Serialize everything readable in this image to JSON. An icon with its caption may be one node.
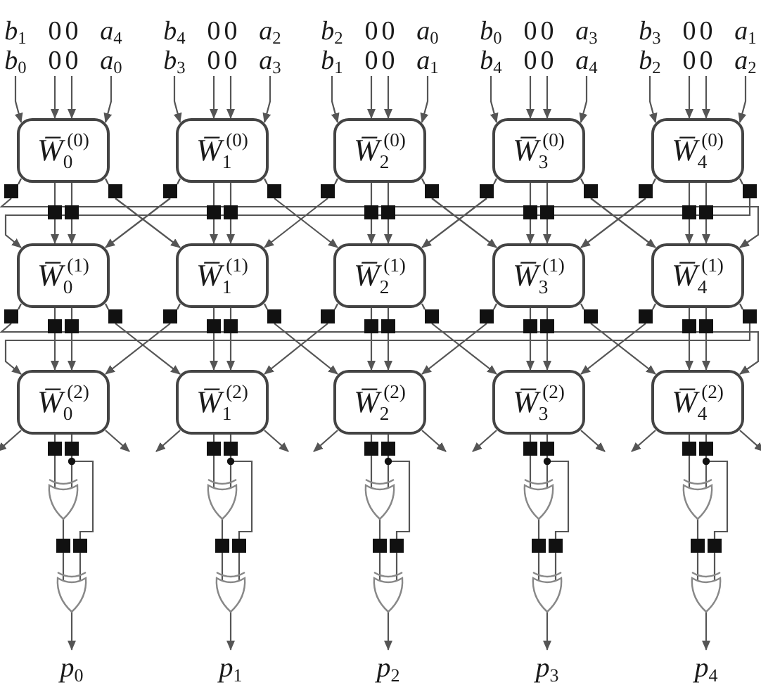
{
  "diagram": {
    "nodes": [
      {
        "text": [
          "*b*$_{1}$",
          "*b*$_{0}$"
        ]
      },
      {
        "text": [
          "0",
          "0"
        ]
      },
      {
        "text": [
          "0",
          "0"
        ]
      },
      {
        "text": [
          "*a*$_{4}$",
          "*a*$_{0}$"
        ]
      },
      {
        "text": [
          "*b*$_{4}$",
          "*b*$_{3}$"
        ]
      },
      {
        "text": [
          "0",
          "0"
        ]
      },
      {
        "text": [
          "0",
          "0"
        ]
      },
      {
        "text": [
          "*a*$_{2}$",
          "*a*$_{3}$"
        ]
      },
      {
        "text": [
          "*b*$_{2}$",
          "*b*$_{1}$"
        ]
      },
      {
        "text": [
          "0",
          "0"
        ]
      },
      {
        "text": [
          "0",
          "0"
        ]
      },
      {
        "text": [
          "*a*$_{0}$",
          "*a*$_{1}$"
        ]
      },
      {
        "text": [
          "*b*$_{0}$",
          "*b*$_{4}$"
        ]
      },
      {
        "text": [
          "0",
          "0"
        ]
      },
      {
        "text": [
          "0",
          "0"
        ]
      },
      {
        "text": [
          "*a*$_{3}$",
          "*a*$_{4}$"
        ]
      },
      {
        "text": [
          "*b*$_{3}$",
          "*b*$_{2}$"
        ]
      },
      {
        "text": [
          "0",
          "0"
        ]
      },
      {
        "text": [
          "0",
          "0"
        ]
      },
      {
        "text": [
          "*a*$_{1}$",
          "*a*$_{2}$"
        ]
      },
      {
        "text": [
          "*W̅*$_{0}$$^{(0)}$"
        ]
      },
      {
        "text": [
          "*W̅*$_{1}$$^{(0)}$"
        ]
      },
      {
        "text": [
          "*W̅*$_{2}$$^{(0)}$"
        ]
      },
      {
        "text": [
          "*W̅*$_{3}$$^{(0)}$"
        ]
      },
      {
        "text": [
          "*W̅*$_{4}$$^{(0)}$"
        ]
      },
      {
        "text": [],
        "shape": "box"
      },
      {
        "text": [],
        "shape": "box"
      },
      {
        "text": [],
        "shape": "box"
      },
      {
        "text": [],
        "shape": "box"
      },
      {
        "text": [],
        "shape": "box"
      },
      {
        "text": [],
        "shape": "box"
      },
      {
        "text": [],
        "shape": "box"
      },
      {
        "text": [],
        "shape": "box"
      },
      {
        "text": [],
        "shape": "box"
      },
      {
        "text": [],
        "shape": "box"
      },
      {
        "text": [],
        "shape": "box"
      },
      {
        "text": [],
        "shape": "box"
      },
      {
        "text": [],
        "shape": "box"
      },
      {
        "text": [],
        "shape": "box"
      },
      {
        "text": [],
        "shape": "box"
      },
      {
        "text": [],
        "shape": "box"
      },
      {
        "text": [],
        "shape": "box"
      },
      {
        "text": [],
        "shape": "box"
      },
      {
        "text": [],
        "shape": "box"
      },
      {
        "text": [],
        "shape": "box"
      },
      {
        "text": [
          "*W̅*$_{0}$$^{(1)}$"
        ]
      },
      {
        "text": [
          "*W̅*$_{1}$$^{(1)}$"
        ]
      },
      {
        "text": [
          "*W̅*$_{2}$$^{(1)}$"
        ]
      },
      {
        "text": [
          "*W̅*$_{3}$$^{(1)}$"
        ]
      },
      {
        "text": [
          "*W̅*$_{4}$$^{(1)}$"
        ]
      },
      {
        "text": [],
        "shape": "box"
      },
      {
        "text": [],
        "shape": "box"
      },
      {
        "text": [],
        "shape": "box"
      },
      {
        "text": [],
        "shape": "box"
      },
      {
        "text": [],
        "shape": "box"
      },
      {
        "text": [],
        "shape": "box"
      },
      {
        "text": [],
        "shape": "box"
      },
      {
        "text": [],
        "shape": "box"
      },
      {
        "text": [],
        "shape": "box"
      },
      {
        "text": [],
        "shape": "box"
      },
      {
        "text": [],
        "shape": "box"
      },
      {
        "text": [],
        "shape": "box"
      },
      {
        "text": [],
        "shape": "box"
      },
      {
        "text": [],
        "shape": "box"
      },
      {
        "text": [],
        "shape": "box"
      },
      {
        "text": [],
        "shape": "box"
      },
      {
        "text": [],
        "shape": "box"
      },
      {
        "text": [],
        "shape": "box"
      },
      {
        "text": [],
        "shape": "box"
      },
      {
        "text": [],
        "shape": "box"
      },
      {
        "text": [
          "*W̅*$_{0}$$^{(2)}$"
        ]
      },
      {
        "text": [
          "*W̅*$_{1}$$^{(2)}$"
        ]
      },
      {
        "text": [
          "*W̅*$_{2}$$^{(2)}$"
        ]
      },
      {
        "text": [
          "*W̅*$_{3}$$^{(2)}$"
        ]
      },
      {
        "text": [
          "*W̅*$_{4}$$^{(2)}$"
        ]
      },
      {
        "text": [],
        "shape": "box"
      },
      {
        "text": [],
        "shape": "box"
      },
      {
        "text": [],
        "shape": "box"
      },
      {
        "text": [],
        "shape": "box"
      },
      {
        "text": [],
        "shape": "box"
      },
      {
        "text": [],
        "shape": "box"
      },
      {
        "text": [],
        "shape": "box"
      },
      {
        "text": [],
        "shape": "box"
      },
      {
        "text": [],
        "shape": "box"
      },
      {
        "text": [],
        "shape": "box"
      },
      {
        "text": [],
        "shape": "gate"
      },
      {
        "text": [],
        "shape": "gate"
      },
      {
        "text": [],
        "shape": "gate"
      },
      {
        "text": [],
        "shape": "gate"
      },
      {
        "text": [],
        "shape": "gate"
      },
      {
        "text": [],
        "shape": "box"
      },
      {
        "text": [],
        "shape": "box"
      },
      {
        "text": [],
        "shape": "box"
      },
      {
        "text": [],
        "shape": "box"
      },
      {
        "text": [],
        "shape": "box"
      },
      {
        "text": [],
        "shape": "box"
      },
      {
        "text": [],
        "shape": "box"
      },
      {
        "text": [],
        "shape": "box"
      },
      {
        "text": [],
        "shape": "box"
      },
      {
        "text": [],
        "shape": "box"
      },
      {
        "text": [],
        "shape": "gate"
      },
      {
        "text": [],
        "shape": "gate"
      },
      {
        "text": [],
        "shape": "gate"
      },
      {
        "text": [],
        "shape": "gate"
      },
      {
        "text": [],
        "shape": "gate"
      },
      {
        "text": [
          "*p*$_{0}$"
        ]
      },
      {
        "text": [
          "*p*$_{1}$"
        ]
      },
      {
        "text": [
          "*p*$_{2}$"
        ]
      },
      {
        "text": [
          "*p*$_{3}$"
        ]
      },
      {
        "text": [
          "*p*$_{4}$"
        ]
      }
    ],
    "edges": [
      {
        "from": 0,
        "to": 20,
        "arrow": "to"
      },
      {
        "from": 1,
        "to": 20,
        "arrow": "to"
      },
      {
        "from": 2,
        "to": 20,
        "arrow": "to"
      },
      {
        "from": 3,
        "to": 20,
        "arrow": "to"
      },
      {
        "from": 4,
        "to": 21,
        "arrow": "to"
      },
      {
        "from": 5,
        "to": 21,
        "arrow": "to"
      },
      {
        "from": 6,
        "to": 21,
        "arrow": "to"
      },
      {
        "from": 7,
        "to": 21,
        "arrow": "to"
      },
      {
        "from": 8,
        "to": 22,
        "arrow": "to"
      },
      {
        "from": 9,
        "to": 22,
        "arrow": "to"
      },
      {
        "from": 10,
        "to": 22,
        "arrow": "to"
      },
      {
        "from": 11,
        "to": 22,
        "arrow": "to"
      },
      {
        "from": 12,
        "to": 23,
        "arrow": "to"
      },
      {
        "from": 13,
        "to": 23,
        "arrow": "to"
      },
      {
        "from": 14,
        "to": 23,
        "arrow": "to"
      },
      {
        "from": 15,
        "to": 23,
        "arrow": "to"
      },
      {
        "from": 16,
        "to": 24,
        "arrow": "to"
      },
      {
        "from": 17,
        "to": 24,
        "arrow": "to"
      },
      {
        "from": 18,
        "to": 24,
        "arrow": "to"
      },
      {
        "from": 19,
        "to": 24,
        "arrow": "to"
      },
      {
        "from": 20,
        "to": 25,
        "arrow": "none"
      },
      {
        "from": 20,
        "to": 26,
        "arrow": "none"
      },
      {
        "from": 20,
        "to": 27,
        "arrow": "none"
      },
      {
        "from": 20,
        "to": 28,
        "arrow": "none"
      },
      {
        "from": 21,
        "to": 29,
        "arrow": "none"
      },
      {
        "from": 21,
        "to": 30,
        "arrow": "none"
      },
      {
        "from": 21,
        "to": 31,
        "arrow": "none"
      },
      {
        "from": 21,
        "to": 32,
        "arrow": "none"
      },
      {
        "from": 22,
        "to": 33,
        "arrow": "none"
      },
      {
        "from": 22,
        "to": 34,
        "arrow": "none"
      },
      {
        "from": 22,
        "to": 35,
        "arrow": "none"
      },
      {
        "from": 22,
        "to": 36,
        "arrow": "none"
      },
      {
        "from": 23,
        "to": 37,
        "arrow": "none"
      },
      {
        "from": 23,
        "to": 38,
        "arrow": "none"
      },
      {
        "from": 23,
        "to": 39,
        "arrow": "none"
      },
      {
        "from": 23,
        "to": 40,
        "arrow": "none"
      },
      {
        "from": 24,
        "to": 41,
        "arrow": "none"
      },
      {
        "from": 24,
        "to": 42,
        "arrow": "none"
      },
      {
        "from": 24,
        "to": 43,
        "arrow": "none"
      },
      {
        "from": 24,
        "to": 44,
        "arrow": "none"
      },
      {
        "from": 25,
        "to": 49,
        "arrow": "to"
      },
      {
        "from": 26,
        "to": 45,
        "arrow": "to"
      },
      {
        "from": 27,
        "to": 45,
        "arrow": "to"
      },
      {
        "from": 28,
        "to": 46,
        "arrow": "to"
      },
      {
        "from": 29,
        "to": 45,
        "arrow": "to"
      },
      {
        "from": 30,
        "to": 46,
        "arrow": "to"
      },
      {
        "from": 31,
        "to": 46,
        "arrow": "to"
      },
      {
        "from": 32,
        "to": 47,
        "arrow": "to"
      },
      {
        "from": 33,
        "to": 46,
        "arrow": "to"
      },
      {
        "from": 34,
        "to": 47,
        "arrow": "to"
      },
      {
        "from": 35,
        "to": 47,
        "arrow": "to"
      },
      {
        "from": 36,
        "to": 48,
        "arrow": "to"
      },
      {
        "from": 37,
        "to": 47,
        "arrow": "to"
      },
      {
        "from": 38,
        "to": 48,
        "arrow": "to"
      },
      {
        "from": 39,
        "to": 48,
        "arrow": "to"
      },
      {
        "from": 40,
        "to": 49,
        "arrow": "to"
      },
      {
        "from": 41,
        "to": 48,
        "arrow": "to"
      },
      {
        "from": 42,
        "to": 49,
        "arrow": "to"
      },
      {
        "from": 43,
        "to": 49,
        "arrow": "to"
      },
      {
        "from": 44,
        "to": 45,
        "arrow": "to"
      },
      {
        "from": 45,
        "to": 50,
        "arrow": "none"
      },
      {
        "from": 45,
        "to": 51,
        "arrow": "none"
      },
      {
        "from": 45,
        "to": 52,
        "arrow": "none"
      },
      {
        "from": 45,
        "to": 53,
        "arrow": "none"
      },
      {
        "from": 46,
        "to": 54,
        "arrow": "none"
      },
      {
        "from": 46,
        "to": 55,
        "arrow": "none"
      },
      {
        "from": 46,
        "to": 56,
        "arrow": "none"
      },
      {
        "from": 46,
        "to": 57,
        "arrow": "none"
      },
      {
        "from": 47,
        "to": 58,
        "arrow": "none"
      },
      {
        "from": 47,
        "to": 59,
        "arrow": "none"
      },
      {
        "from": 47,
        "to": 60,
        "arrow": "none"
      },
      {
        "from": 47,
        "to": 61,
        "arrow": "none"
      },
      {
        "from": 48,
        "to": 62,
        "arrow": "none"
      },
      {
        "from": 48,
        "to": 63,
        "arrow": "none"
      },
      {
        "from": 48,
        "to": 64,
        "arrow": "none"
      },
      {
        "from": 48,
        "to": 65,
        "arrow": "none"
      },
      {
        "from": 49,
        "to": 66,
        "arrow": "none"
      },
      {
        "from": 49,
        "to": 67,
        "arrow": "none"
      },
      {
        "from": 49,
        "to": 68,
        "arrow": "none"
      },
      {
        "from": 49,
        "to": 69,
        "arrow": "none"
      },
      {
        "from": 50,
        "to": 74,
        "arrow": "to"
      },
      {
        "from": 51,
        "to": 70,
        "arrow": "to"
      },
      {
        "from": 52,
        "to": 70,
        "arrow": "to"
      },
      {
        "from": 53,
        "to": 71,
        "arrow": "to"
      },
      {
        "from": 54,
        "to": 70,
        "arrow": "to"
      },
      {
        "from": 55,
        "to": 71,
        "arrow": "to"
      },
      {
        "from": 56,
        "to": 71,
        "arrow": "to"
      },
      {
        "from": 57,
        "to": 72,
        "arrow": "to"
      },
      {
        "from": 58,
        "to": 71,
        "arrow": "to"
      },
      {
        "from": 59,
        "to": 72,
        "arrow": "to"
      },
      {
        "from": 60,
        "to": 72,
        "arrow": "to"
      },
      {
        "from": 61,
        "to": 73,
        "arrow": "to"
      },
      {
        "from": 62,
        "to": 72,
        "arrow": "to"
      },
      {
        "from": 63,
        "to": 73,
        "arrow": "to"
      },
      {
        "from": 64,
        "to": 73,
        "arrow": "to"
      },
      {
        "from": 65,
        "to": 74,
        "arrow": "to"
      },
      {
        "from": 66,
        "to": 73,
        "arrow": "to"
      },
      {
        "from": 67,
        "to": 74,
        "arrow": "to"
      },
      {
        "from": 68,
        "to": 74,
        "arrow": "to"
      },
      {
        "from": 69,
        "to": 70,
        "arrow": "to"
      },
      {
        "from": 70,
        "to": 75,
        "arrow": "none"
      },
      {
        "from": 70,
        "to": 76,
        "arrow": "none"
      },
      {
        "from": 70,
        "to": null,
        "arrow": "to"
      },
      {
        "from": 70,
        "to": null,
        "arrow": "to"
      },
      {
        "from": 71,
        "to": 77,
        "arrow": "none"
      },
      {
        "from": 71,
        "to": 78,
        "arrow": "none"
      },
      {
        "from": 71,
        "to": null,
        "arrow": "to"
      },
      {
        "from": 71,
        "to": null,
        "arrow": "to"
      },
      {
        "from": 72,
        "to": 79,
        "arrow": "none"
      },
      {
        "from": 72,
        "to": 80,
        "arrow": "none"
      },
      {
        "from": 72,
        "to": null,
        "arrow": "to"
      },
      {
        "from": 72,
        "to": null,
        "arrow": "to"
      },
      {
        "from": 73,
        "to": 81,
        "arrow": "none"
      },
      {
        "from": 73,
        "to": 82,
        "arrow": "none"
      },
      {
        "from": 73,
        "to": null,
        "arrow": "to"
      },
      {
        "from": 73,
        "to": null,
        "arrow": "to"
      },
      {
        "from": 74,
        "to": 83,
        "arrow": "none"
      },
      {
        "from": 74,
        "to": 84,
        "arrow": "none"
      },
      {
        "from": 74,
        "to": null,
        "arrow": "to"
      },
      {
        "from": 74,
        "to": null,
        "arrow": "to"
      },
      {
        "from": 75,
        "to": 85,
        "arrow": "none"
      },
      {
        "from": 76,
        "to": 85,
        "arrow": "none"
      },
      {
        "from": 76,
        "to": 91,
        "arrow": "none"
      },
      {
        "from": 85,
        "to": 90,
        "arrow": "none"
      },
      {
        "from": 90,
        "to": 100,
        "arrow": "none"
      },
      {
        "from": 91,
        "to": 100,
        "arrow": "none"
      },
      {
        "from": 100,
        "to": 105,
        "arrow": "to"
      },
      {
        "from": 77,
        "to": 86,
        "arrow": "none"
      },
      {
        "from": 78,
        "to": 86,
        "arrow": "none"
      },
      {
        "from": 78,
        "to": 93,
        "arrow": "none"
      },
      {
        "from": 86,
        "to": 92,
        "arrow": "none"
      },
      {
        "from": 92,
        "to": 101,
        "arrow": "none"
      },
      {
        "from": 93,
        "to": 101,
        "arrow": "none"
      },
      {
        "from": 101,
        "to": 106,
        "arrow": "to"
      },
      {
        "from": 79,
        "to": 87,
        "arrow": "none"
      },
      {
        "from": 80,
        "to": 87,
        "arrow": "none"
      },
      {
        "from": 80,
        "to": 95,
        "arrow": "none"
      },
      {
        "from": 87,
        "to": 94,
        "arrow": "none"
      },
      {
        "from": 94,
        "to": 102,
        "arrow": "none"
      },
      {
        "from": 95,
        "to": 102,
        "arrow": "none"
      },
      {
        "from": 102,
        "to": 107,
        "arrow": "to"
      },
      {
        "from": 81,
        "to": 88,
        "arrow": "none"
      },
      {
        "from": 82,
        "to": 88,
        "arrow": "none"
      },
      {
        "from": 82,
        "to": 97,
        "arrow": "none"
      },
      {
        "from": 88,
        "to": 96,
        "arrow": "none"
      },
      {
        "from": 96,
        "to": 103,
        "arrow": "none"
      },
      {
        "from": 97,
        "to": 103,
        "arrow": "none"
      },
      {
        "from": 103,
        "to": 108,
        "arrow": "to"
      },
      {
        "from": 83,
        "to": 89,
        "arrow": "none"
      },
      {
        "from": 84,
        "to": 89,
        "arrow": "none"
      },
      {
        "from": 84,
        "to": 99,
        "arrow": "none"
      },
      {
        "from": 89,
        "to": 98,
        "arrow": "none"
      },
      {
        "from": 98,
        "to": 104,
        "arrow": "none"
      },
      {
        "from": 99,
        "to": 104,
        "arrow": "none"
      },
      {
        "from": 104,
        "to": 109,
        "arrow": "to"
      }
    ]
  }
}
